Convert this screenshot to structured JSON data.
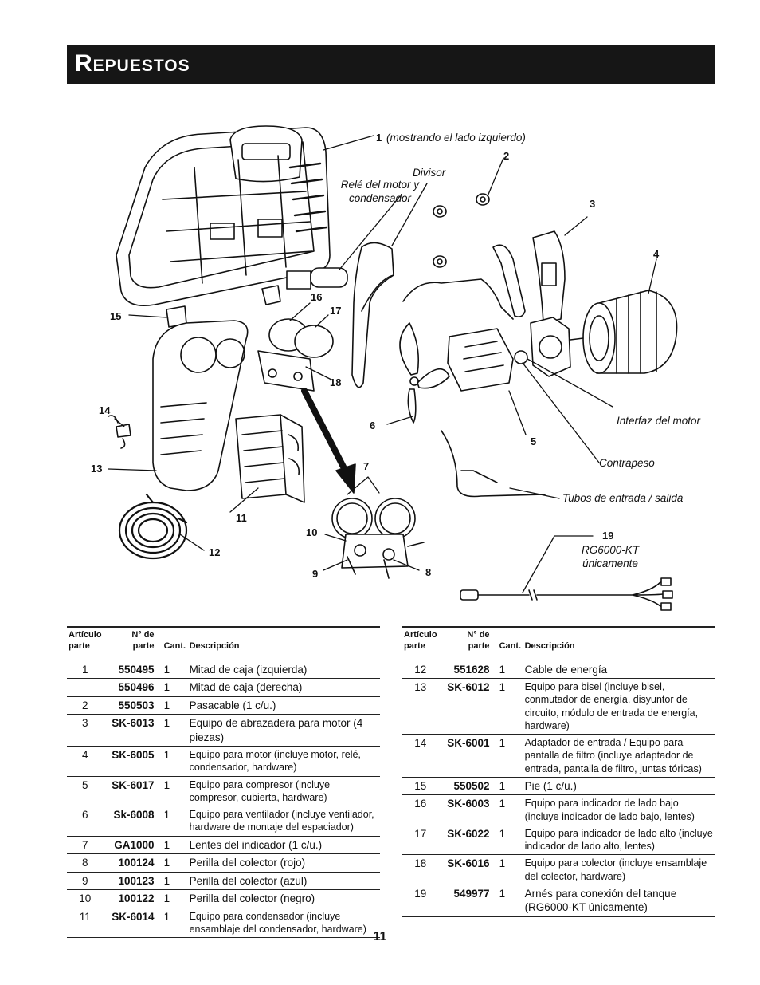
{
  "header": {
    "title": "Repuestos"
  },
  "callouts": {
    "c1": "1",
    "c1_note": "(mostrando el lado izquierdo)",
    "c2": "2",
    "c3": "3",
    "c4": "4",
    "c5": "5",
    "c6": "6",
    "c7": "7",
    "c8": "8",
    "c9": "9",
    "c10": "10",
    "c11": "11",
    "c12": "12",
    "c13": "13",
    "c14": "14",
    "c15": "15",
    "c16": "16",
    "c17": "17",
    "c18": "18",
    "c19": "19"
  },
  "notes": {
    "divisor": "Divisor",
    "rele_1": "Relé del motor y",
    "rele_2": "condensador",
    "interfaz": "Interfaz del motor",
    "contrapeso": "Contrapeso",
    "tubos": "Tubos de entrada / salida",
    "rg_1": "RG6000-KT",
    "rg_2": "únicamente"
  },
  "table_headers": {
    "item_1": "Artículo",
    "item_2": "parte",
    "part_1": "N° de",
    "part_2": "parte",
    "qty": "Cant.",
    "desc": "Descripción"
  },
  "left_rows": [
    {
      "item": "1",
      "part": "550495",
      "qty": "1",
      "desc": "Mitad de caja (izquierda)"
    },
    {
      "item": "",
      "part": "550496",
      "qty": "1",
      "desc": "Mitad de caja (derecha)"
    },
    {
      "item": "2",
      "part": "550503",
      "qty": "1",
      "desc": "Pasacable (1 c/u.)"
    },
    {
      "item": "3",
      "part": "SK-6013",
      "qty": "1",
      "desc": "Equipo de abrazadera para motor (4 piezas)"
    },
    {
      "item": "4",
      "part": "SK-6005",
      "qty": "1",
      "desc": "Equipo para motor (incluye motor, relé, condensador, hardware)"
    },
    {
      "item": "5",
      "part": "SK-6017",
      "qty": "1",
      "desc": "Equipo para compresor (incluye compresor, cubierta, hardware)"
    },
    {
      "item": "6",
      "part": "Sk-6008",
      "qty": "1",
      "desc": "Equipo para ventilador (incluye ventilador, hardware de montaje del espaciador)"
    },
    {
      "item": "7",
      "part": "GA1000",
      "qty": "1",
      "desc": "Lentes del indicador (1 c/u.)"
    },
    {
      "item": "8",
      "part": "100124",
      "qty": "1",
      "desc": "Perilla del colector (rojo)"
    },
    {
      "item": "9",
      "part": "100123",
      "qty": "1",
      "desc": "Perilla del colector (azul)"
    },
    {
      "item": "10",
      "part": "100122",
      "qty": "1",
      "desc": "Perilla del colector (negro)"
    },
    {
      "item": "11",
      "part": "SK-6014",
      "qty": "1",
      "desc": "Equipo para condensador (incluye ensamblaje del condensador, hardware)"
    }
  ],
  "right_rows": [
    {
      "item": "12",
      "part": "551628",
      "qty": "1",
      "desc": "Cable de energía"
    },
    {
      "item": "13",
      "part": "SK-6012",
      "qty": "1",
      "desc": "Equipo para bisel (incluye bisel, conmutador de energía, disyuntor de circuito, módulo de entrada de energía, hardware)"
    },
    {
      "item": "14",
      "part": "SK-6001",
      "qty": "1",
      "desc": "Adaptador de entrada / Equipo para pantalla de filtro (incluye adaptador de entrada, pantalla de filtro, juntas tóricas)"
    },
    {
      "item": "15",
      "part": "550502",
      "qty": "1",
      "desc": "Pie (1 c/u.)"
    },
    {
      "item": "16",
      "part": "SK-6003",
      "qty": "1",
      "desc": "Equipo para indicador de lado bajo (incluye indicador de lado bajo, lentes)"
    },
    {
      "item": "17",
      "part": "SK-6022",
      "qty": "1",
      "desc": "Equipo para indicador de lado alto (incluye indicador de lado alto, lentes)"
    },
    {
      "item": "18",
      "part": "SK-6016",
      "qty": "1",
      "desc": "Equipo para colector (incluye ensamblaje del colector, hardware)"
    },
    {
      "item": "19",
      "part": "549977",
      "qty": "1",
      "desc": "Arnés para conexión del tanque (RG6000-KT únicamente)"
    }
  ],
  "footer": {
    "page_number": "11"
  }
}
